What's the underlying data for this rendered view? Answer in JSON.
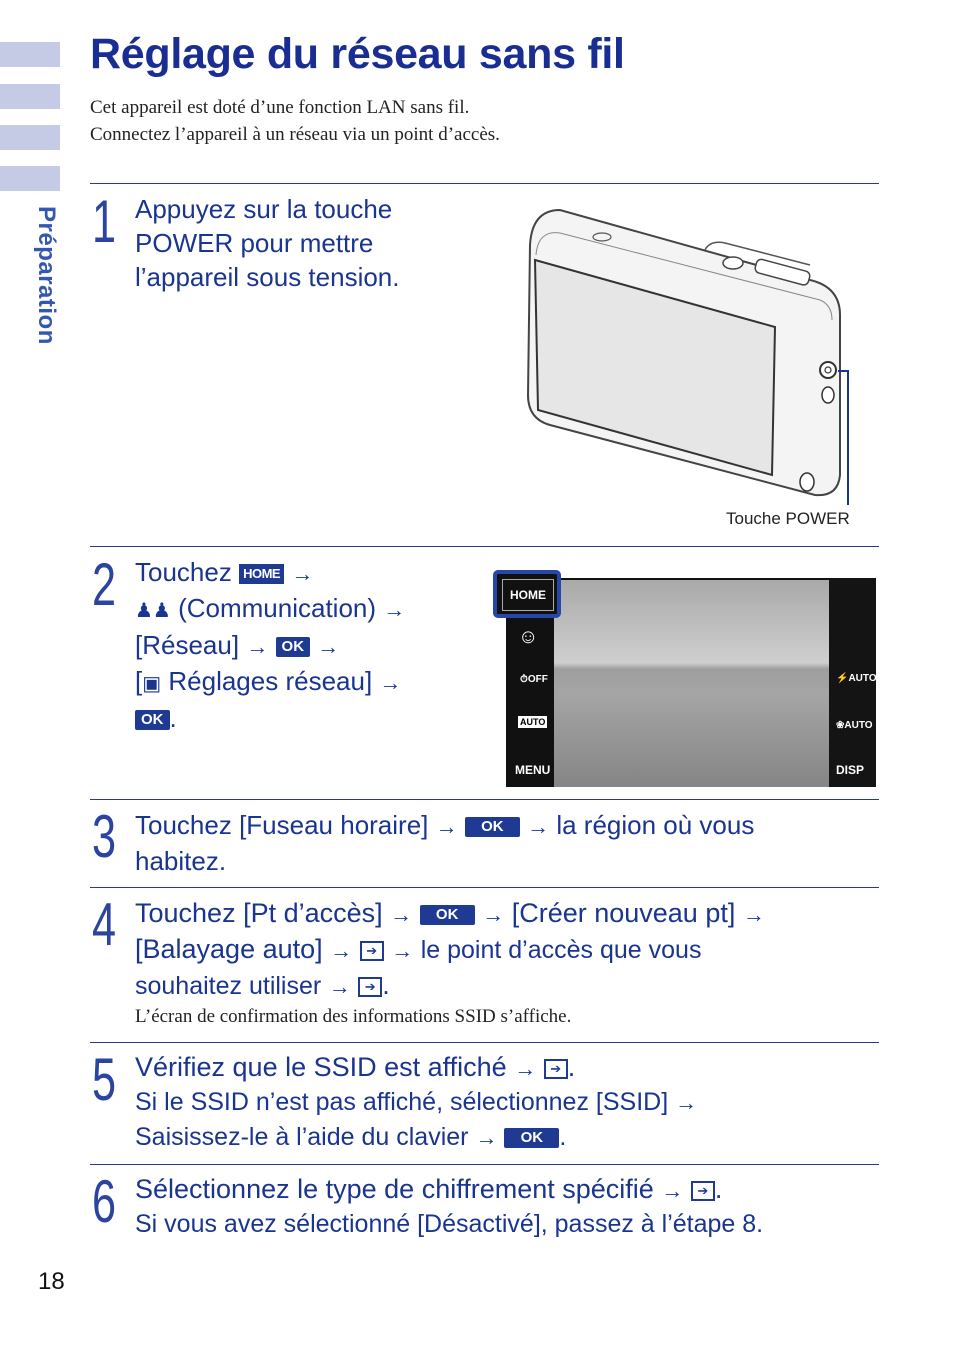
{
  "sidebar": {
    "section": "Préparation"
  },
  "header": {
    "title": "Réglage du réseau sans fil",
    "intro_line1": "Cet appareil est doté d’une fonction LAN sans fil.",
    "intro_line2": "Connectez l’appareil à un réseau via un point d’accès."
  },
  "steps": [
    {
      "num": "1",
      "text": "Appuyez sur la touche POWER pour mettre l’appareil sous tension.",
      "caption": "Touche POWER"
    },
    {
      "num": "2",
      "touchez": "Touchez",
      "home": "HOME",
      "comm": "(Communication)",
      "reseau": "[Réseau]",
      "reglages": "Réglages réseau]",
      "ok": "OK"
    },
    {
      "num": "3",
      "text_a": "Touchez [Fuseau horaire]",
      "text_b": "la région où vous",
      "text_c": "habitez.",
      "ok": "OK"
    },
    {
      "num": "4",
      "text_a": "Touchez [Pt d’accès]",
      "text_b": "[Créer nouveau pt]",
      "text_c": "[Balayage auto]",
      "text_d": "le point d’accès que vous",
      "text_e": "souhaitez utiliser",
      "ok": "OK",
      "note": "L’écran de confirmation des informations SSID s’affiche."
    },
    {
      "num": "5",
      "text_a": "Vérifiez que le SSID est affiché",
      "sub_a": "Si le SSID n’est pas affiché, sélectionnez [SSID]",
      "sub_b": "Saisissez-le à l’aide du clavier",
      "ok": "OK"
    },
    {
      "num": "6",
      "text_a": "Sélectionnez le type de chiffrement spécifié",
      "sub_a": "Si vous avez sélectionné [Désactivé], passez à l’étape 8."
    }
  ],
  "screen": {
    "home": "HOME",
    "menu": "MENU",
    "disp": "DISP",
    "flash": "AUTO",
    "macro": "AUTO",
    "scene": "AUTO",
    "timer": "OFF"
  },
  "page": {
    "number": "18"
  },
  "colors": {
    "accent": "#1a3590",
    "tab": "#c5cbe4"
  }
}
